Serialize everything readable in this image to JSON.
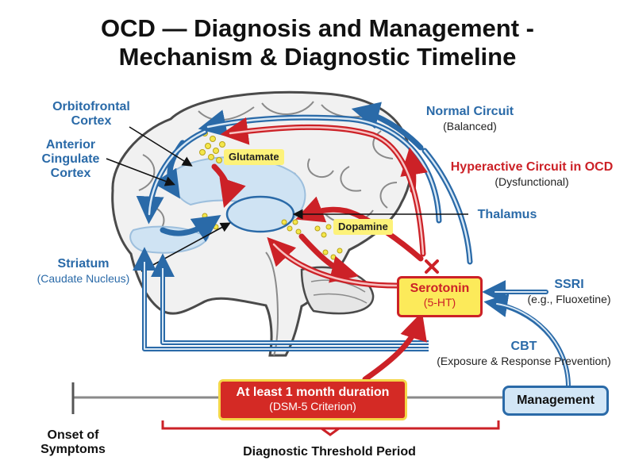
{
  "title": {
    "line1": "OCD — Diagnosis and Management -",
    "line2": "Mechanism & Diagnostic Timeline"
  },
  "regions": {
    "ofc": {
      "line1": "Orbitofrontal",
      "line2": "Cortex"
    },
    "acc": {
      "line1": "Anterior",
      "line2": "Cingulate",
      "line3": "Cortex"
    },
    "striatum": {
      "name": "Striatum",
      "sub": "(Caudate Nucleus)"
    },
    "thalamus": "Thalamus"
  },
  "neurotransmitters": {
    "glutamate": "Glutamate",
    "dopamine": "Dopamine"
  },
  "circuits": {
    "normal": {
      "name": "Normal Circuit",
      "sub": "(Balanced)"
    },
    "hyperactive": {
      "name": "Hyperactive Circuit in OCD",
      "sub": "(Dysfunctional)"
    }
  },
  "serotonin": {
    "name": "Serotonin",
    "sub": "(5-HT)"
  },
  "treatments": {
    "ssri": {
      "name": "SSRI",
      "sub": "(e.g., Fluoxetine)"
    },
    "cbt": {
      "name": "CBT",
      "sub": "(Exposure & Response Prevention)"
    }
  },
  "timeline": {
    "onset": {
      "line1": "Onset of",
      "line2": "Symptoms"
    },
    "duration": {
      "line1": "At least 1 month duration",
      "line2": "(DSM-5 Criterion)"
    },
    "management": "Management",
    "threshold": "Diagnostic Threshold Period"
  },
  "colors": {
    "blue": "#2a6aa8",
    "red": "#cc2127",
    "yellow": "#fcea5a",
    "light_blue": "#d2e6f6"
  }
}
